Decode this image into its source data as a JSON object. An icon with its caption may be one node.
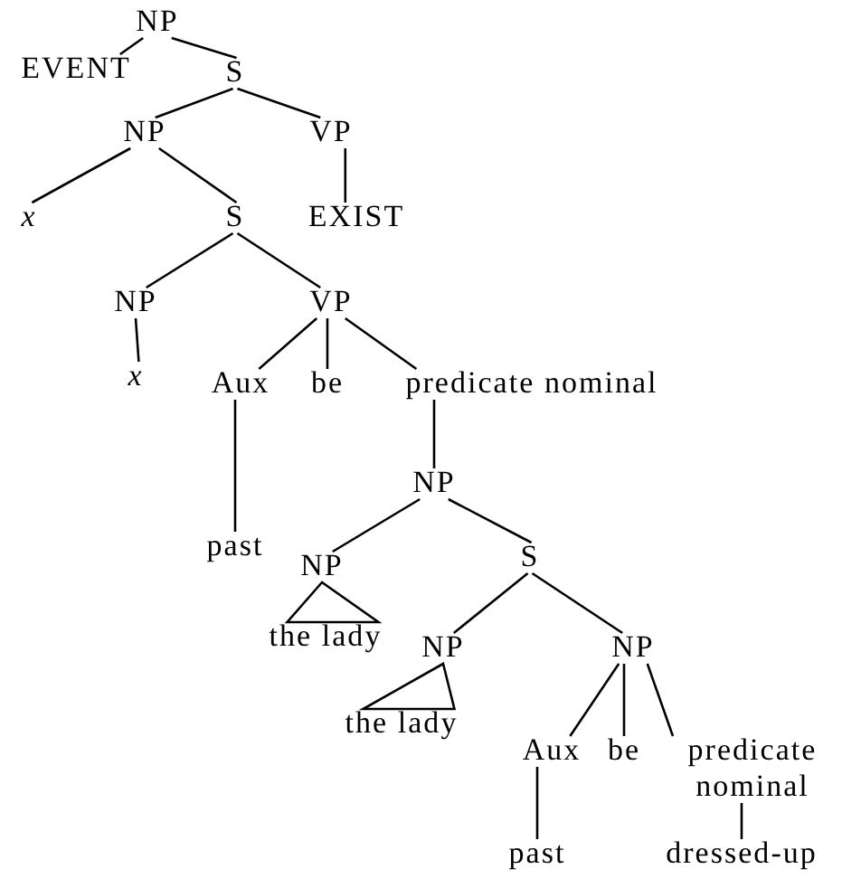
{
  "diagram": {
    "nodes": [
      {
        "text": [
          "NP"
        ]
      },
      {
        "text": [
          "EVENT"
        ]
      },
      {
        "text": [
          "S"
        ]
      },
      {
        "text": [
          "NP"
        ]
      },
      {
        "text": [
          "VP"
        ]
      },
      {
        "text": [
          "x"
        ]
      },
      {
        "text": [
          "S"
        ]
      },
      {
        "text": [
          "EXIST"
        ]
      },
      {
        "text": [
          "NP"
        ]
      },
      {
        "text": [
          "VP"
        ]
      },
      {
        "text": [
          "x"
        ]
      },
      {
        "text": [
          "Aux"
        ]
      },
      {
        "text": [
          "be"
        ]
      },
      {
        "text": [
          "predicate nominal"
        ]
      },
      {
        "text": [
          "past"
        ]
      },
      {
        "text": [
          "NP"
        ]
      },
      {
        "text": [
          "NP"
        ]
      },
      {
        "text": [
          "the lady"
        ]
      },
      {
        "text": [
          "S"
        ]
      },
      {
        "text": [
          "NP"
        ]
      },
      {
        "text": [
          "the lady"
        ]
      },
      {
        "text": [
          "NP"
        ]
      },
      {
        "text": [
          "Aux"
        ]
      },
      {
        "text": [
          "be"
        ]
      },
      {
        "text": [
          "predicate nominal"
        ]
      },
      {
        "text": [
          "past"
        ]
      },
      {
        "text": [
          "dressed-up"
        ]
      }
    ],
    "edges": [
      {
        "from": 0,
        "to": 1,
        "arrow": "none"
      },
      {
        "from": 0,
        "to": 2,
        "arrow": "none"
      },
      {
        "from": 2,
        "to": 3,
        "arrow": "none"
      },
      {
        "from": 2,
        "to": 4,
        "arrow": "none"
      },
      {
        "from": 3,
        "to": 5,
        "arrow": "none"
      },
      {
        "from": 3,
        "to": 6,
        "arrow": "none"
      },
      {
        "from": 4,
        "to": 7,
        "arrow": "none"
      },
      {
        "from": 6,
        "to": 8,
        "arrow": "none"
      },
      {
        "from": 6,
        "to": 9,
        "arrow": "none"
      },
      {
        "from": 8,
        "to": 10,
        "arrow": "none"
      },
      {
        "from": 9,
        "to": 11,
        "arrow": "none"
      },
      {
        "from": 9,
        "to": 12,
        "arrow": "none"
      },
      {
        "from": 9,
        "to": 13,
        "arrow": "none"
      },
      {
        "from": 11,
        "to": 14,
        "arrow": "none"
      },
      {
        "from": 13,
        "to": 15,
        "arrow": "none"
      },
      {
        "from": 15,
        "to": 16,
        "arrow": "none"
      },
      {
        "from": 15,
        "to": 18,
        "arrow": "none"
      },
      {
        "from": 16,
        "to": 17,
        "arrow": "none"
      },
      {
        "from": 18,
        "to": 19,
        "arrow": "none"
      },
      {
        "from": 18,
        "to": 21,
        "arrow": "none"
      },
      {
        "from": 19,
        "to": 20,
        "arrow": "none"
      },
      {
        "from": 21,
        "to": 22,
        "arrow": "none"
      },
      {
        "from": 21,
        "to": 23,
        "arrow": "none"
      },
      {
        "from": 21,
        "to": 24,
        "arrow": "none"
      },
      {
        "from": 22,
        "to": 25,
        "arrow": "none"
      },
      {
        "from": 24,
        "to": 26,
        "arrow": "none"
      }
    ]
  }
}
